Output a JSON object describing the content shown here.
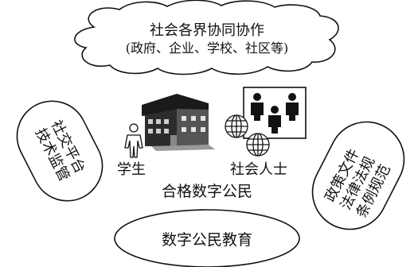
{
  "cloud": {
    "line1": "社会各界协同协作",
    "line2": "(政府、企业、学校、社区等)"
  },
  "labels": {
    "student": "学生",
    "society_person": "社会人士",
    "qualified_citizen": "合格数字公民",
    "digital_citizen_education": "数字公民教育"
  },
  "left_capsule": {
    "line1": "社交平台",
    "line2": "技术监管"
  },
  "right_capsule": {
    "line1": "政策文件",
    "line2": "法律法规",
    "line3": "条例规范"
  },
  "icons": [
    "school-building-icon",
    "student-person-icon",
    "people-group-icon",
    "globe-icon"
  ]
}
